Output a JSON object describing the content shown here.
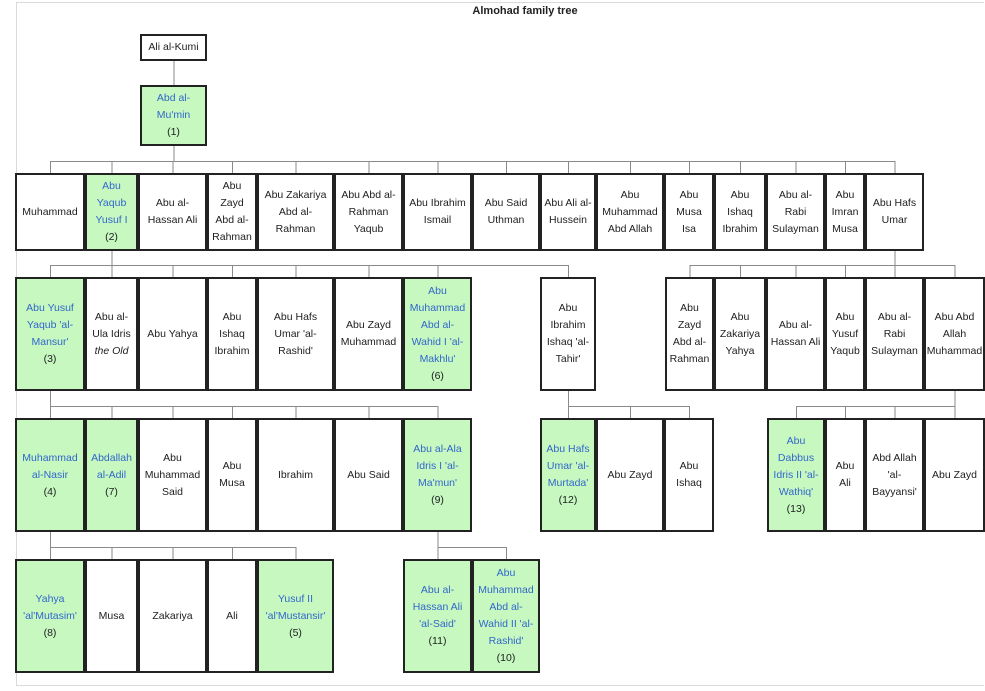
{
  "title": "Almohad family tree",
  "colors": {
    "ruler_fill": "#c6f8c0",
    "ruler_text": "#3366cc",
    "border": "#222222"
  },
  "people": [
    {
      "id": "ali",
      "name": "Ali al-Kumi"
    },
    {
      "id": "abdalmumin",
      "name": "Abd al-Mu'min",
      "no": "(1)",
      "ruler": true,
      "parent": "ali"
    },
    {
      "id": "g2_1",
      "name": "Muhammad",
      "parent": "abdalmumin"
    },
    {
      "id": "g2_2",
      "name": "Abu Yaqub Yusuf I",
      "no": "(2)",
      "ruler": true,
      "parent": "abdalmumin"
    },
    {
      "id": "g2_3",
      "name": "Abu al-Hassan Ali",
      "parent": "abdalmumin"
    },
    {
      "id": "g2_4",
      "name": "Abu Zayd Abd al-Rahman",
      "parent": "abdalmumin"
    },
    {
      "id": "g2_5",
      "name": "Abu Zakariya Abd al-Rahman",
      "parent": "abdalmumin"
    },
    {
      "id": "g2_6",
      "name": "Abu Abd al-Rahman Yaqub",
      "parent": "abdalmumin"
    },
    {
      "id": "g2_7",
      "name": "Abu Ibrahim Ismail",
      "parent": "abdalmumin"
    },
    {
      "id": "g2_8",
      "name": "Abu Said Uthman",
      "parent": "abdalmumin"
    },
    {
      "id": "g2_9",
      "name": "Abu Ali al-Hussein",
      "parent": "abdalmumin"
    },
    {
      "id": "g2_10",
      "name": "Abu Muhammad Abd Allah",
      "parent": "abdalmumin"
    },
    {
      "id": "g2_11",
      "name": "Abu Musa Isa",
      "parent": "abdalmumin"
    },
    {
      "id": "g2_12",
      "name": "Abu Ishaq Ibrahim",
      "parent": "abdalmumin"
    },
    {
      "id": "g2_13",
      "name": "Abu al-Rabi Sulayman",
      "parent": "abdalmumin"
    },
    {
      "id": "g2_14",
      "name": "Abu Imran Musa",
      "parent": "abdalmumin"
    },
    {
      "id": "g2_15",
      "name": "Abu Hafs Umar",
      "parent": "abdalmumin"
    },
    {
      "id": "g3_1",
      "name": "Abu Yusuf Yaqub 'al-Mansur'",
      "no": "(3)",
      "ruler": true,
      "parent": "g2_2"
    },
    {
      "id": "g3_2",
      "name": "Abu al-Ula Idris",
      "name_italic": "the Old",
      "parent": "g2_2"
    },
    {
      "id": "g3_3",
      "name": "Abu Yahya",
      "parent": "g2_2"
    },
    {
      "id": "g3_4",
      "name": "Abu Ishaq Ibrahim",
      "parent": "g2_2"
    },
    {
      "id": "g3_5",
      "name": "Abu Hafs Umar 'al-Rashid'",
      "parent": "g2_2"
    },
    {
      "id": "g3_6",
      "name": "Abu Zayd Muhammad",
      "parent": "g2_2"
    },
    {
      "id": "g3_7",
      "name": "Abu Muhammad Abd al-Wahid I 'al-Makhlu'",
      "no": "(6)",
      "ruler": true,
      "parent": "g2_2"
    },
    {
      "id": "g3_8",
      "name": "Abu Ibrahim Ishaq 'al-Tahir'",
      "parent": "g2_2"
    },
    {
      "id": "g3_9",
      "name": "Abu Zayd Abd al-Rahman",
      "parent": "g2_15"
    },
    {
      "id": "g3_10",
      "name": "Abu Zakariya Yahya",
      "parent": "g2_15"
    },
    {
      "id": "g3_11",
      "name": "Abu al-Hassan Ali",
      "parent": "g2_15"
    },
    {
      "id": "g3_12",
      "name": "Abu Yusuf Yaqub",
      "parent": "g2_15"
    },
    {
      "id": "g3_13",
      "name": "Abu al-Rabi Sulayman",
      "parent": "g2_15"
    },
    {
      "id": "g3_14",
      "name": "Abu Abd Allah Muhammad",
      "parent": "g2_15"
    },
    {
      "id": "g4_1",
      "name": "Muhammad al-Nasir",
      "no": "(4)",
      "ruler": true,
      "parent": "g3_1"
    },
    {
      "id": "g4_2",
      "name": "Abdallah al-Adil",
      "no": "(7)",
      "ruler": true,
      "parent": "g3_1"
    },
    {
      "id": "g4_3",
      "name": "Abu Muhammad Said",
      "parent": "g3_1"
    },
    {
      "id": "g4_4",
      "name": "Abu Musa",
      "parent": "g3_1"
    },
    {
      "id": "g4_5",
      "name": "Ibrahim",
      "parent": "g3_1"
    },
    {
      "id": "g4_6",
      "name": "Abu Said",
      "parent": "g3_1"
    },
    {
      "id": "g4_7",
      "name": "Abu al-Ala Idris I 'al-Ma'mun'",
      "no": "(9)",
      "ruler": true,
      "parent": "g3_1"
    },
    {
      "id": "g4_8",
      "name": "Abu Hafs Umar 'al-Murtada'",
      "no": "(12)",
      "ruler": true,
      "parent": "g3_8"
    },
    {
      "id": "g4_9",
      "name": "Abu Zayd",
      "parent": "g3_8"
    },
    {
      "id": "g4_10",
      "name": "Abu Ishaq",
      "parent": "g3_8"
    },
    {
      "id": "g4_11",
      "name": "Abu Dabbus Idris II 'al-Wathiq'",
      "no": "(13)",
      "ruler": true,
      "parent": "g3_14"
    },
    {
      "id": "g4_12",
      "name": "Abu Ali",
      "parent": "g3_14"
    },
    {
      "id": "g4_13",
      "name": "Abd Allah 'al-Bayyansi'",
      "parent": "g3_14"
    },
    {
      "id": "g4_14",
      "name": "Abu Zayd",
      "parent": "g3_14"
    },
    {
      "id": "g5_1",
      "name": "Yahya 'al'Mutasim'",
      "no": "(8)",
      "ruler": true,
      "parent": "g4_1"
    },
    {
      "id": "g5_2",
      "name": "Musa",
      "parent": "g4_1"
    },
    {
      "id": "g5_3",
      "name": "Zakariya",
      "parent": "g4_1"
    },
    {
      "id": "g5_4",
      "name": "Ali",
      "parent": "g4_1"
    },
    {
      "id": "g5_5",
      "name": "Yusuf II 'al'Mustansir'",
      "no": "(5)",
      "ruler": true,
      "parent": "g4_1"
    },
    {
      "id": "g5_6",
      "name": "Abu al-Hassan Ali 'al-Said'",
      "no": "(11)",
      "ruler": true,
      "parent": "g4_7"
    },
    {
      "id": "g5_7",
      "name": "Abu Muhammad Abd al-Wahid II 'al-Rashid'",
      "no": "(10)",
      "ruler": true,
      "parent": "g4_7"
    }
  ]
}
